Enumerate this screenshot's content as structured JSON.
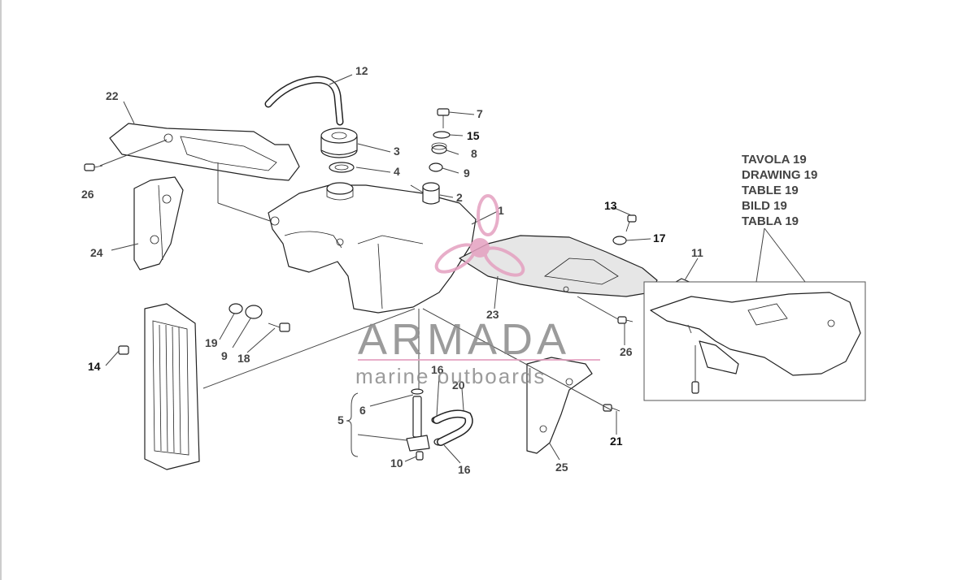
{
  "reference": {
    "lines": [
      "TAVOLA 19",
      "DRAWING 19",
      "TABLE 19",
      "BILD 19",
      "TABLA 19"
    ]
  },
  "callouts": {
    "c1": "1",
    "c2": "2",
    "c3": "3",
    "c4": "4",
    "c5": "5",
    "c6": "6",
    "c7": "7",
    "c8": "8",
    "c9a": "9",
    "c9b": "9",
    "c10": "10",
    "c11": "11",
    "c12": "12",
    "c13": "13",
    "c14": "14",
    "c15": "15",
    "c16a": "16",
    "c16b": "16",
    "c17": "17",
    "c18": "18",
    "c19": "19",
    "c20": "20",
    "c21": "21",
    "c22": "22",
    "c23": "23",
    "c24": "24",
    "c25": "25",
    "c26a": "26",
    "c26b": "26"
  },
  "watermark": {
    "brand": "ARMADA",
    "tagline": "marine outboards",
    "accent_color": "#e4a0c0"
  }
}
